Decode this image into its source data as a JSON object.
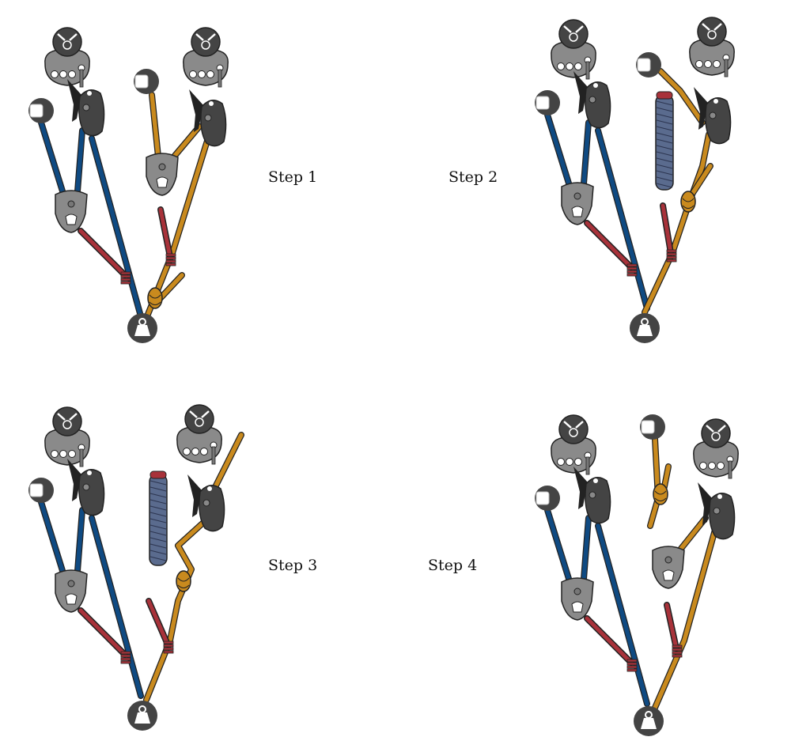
{
  "steps": [
    {
      "label": "Step 1"
    },
    {
      "label": "Step 2"
    },
    {
      "label": "Step 3"
    },
    {
      "label": "Step 4"
    }
  ],
  "colors": {
    "blue_rope": "#0f4a82",
    "orange_rope": "#c98a1e",
    "red_carabiner": "#a8323a",
    "device_gray": "#8a8a8a",
    "device_dark": "#444444",
    "outline": "#222222"
  }
}
